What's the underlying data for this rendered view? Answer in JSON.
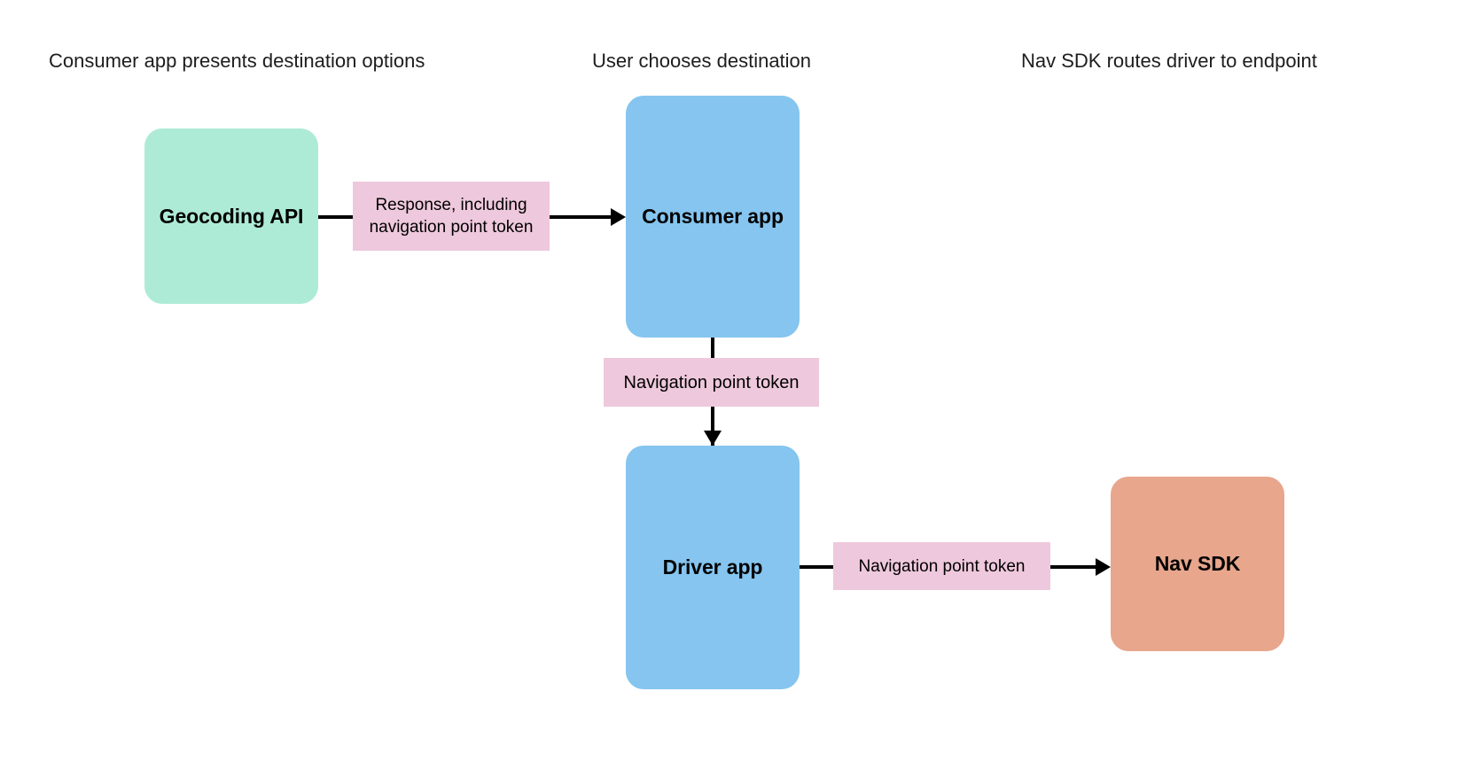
{
  "diagram": {
    "background_color": "#ffffff",
    "title_row": [
      {
        "id": "col1",
        "label": "Consumer app presents destination options"
      },
      {
        "id": "col2",
        "label": "User chooses destination"
      },
      {
        "id": "col3",
        "label": "Nav SDK routes driver to endpoint"
      }
    ],
    "nodes": [
      {
        "id": "geocoding-api",
        "label": "Geocoding API",
        "color": "#aeebd7"
      },
      {
        "id": "consumer-app",
        "label": "Consumer app",
        "color": "#85c5ef"
      },
      {
        "id": "driver-app",
        "label": "Driver app",
        "color": "#85c5ef"
      },
      {
        "id": "nav-sdk",
        "label": "Nav SDK",
        "color": "#e8a68d"
      }
    ],
    "edge_labels": [
      {
        "id": "response-token",
        "label": "Response, including navigation point token",
        "color": "#eec8dc"
      },
      {
        "id": "nav-token-consumer-driver",
        "label": "Navigation point token",
        "color": "#eec8dc"
      },
      {
        "id": "nav-token-driver-navsdk",
        "label": "Navigation point token",
        "color": "#eec8dc"
      }
    ],
    "edges": [
      {
        "id": "geocoding-to-consumer",
        "from": "geocoding-api",
        "to": "consumer-app",
        "direction": "right"
      },
      {
        "id": "consumer-to-driver",
        "from": "consumer-app",
        "to": "driver-app",
        "direction": "down"
      },
      {
        "id": "driver-to-navsdk",
        "from": "driver-app",
        "to": "nav-sdk",
        "direction": "right"
      }
    ],
    "arrow_color": "#000000"
  }
}
